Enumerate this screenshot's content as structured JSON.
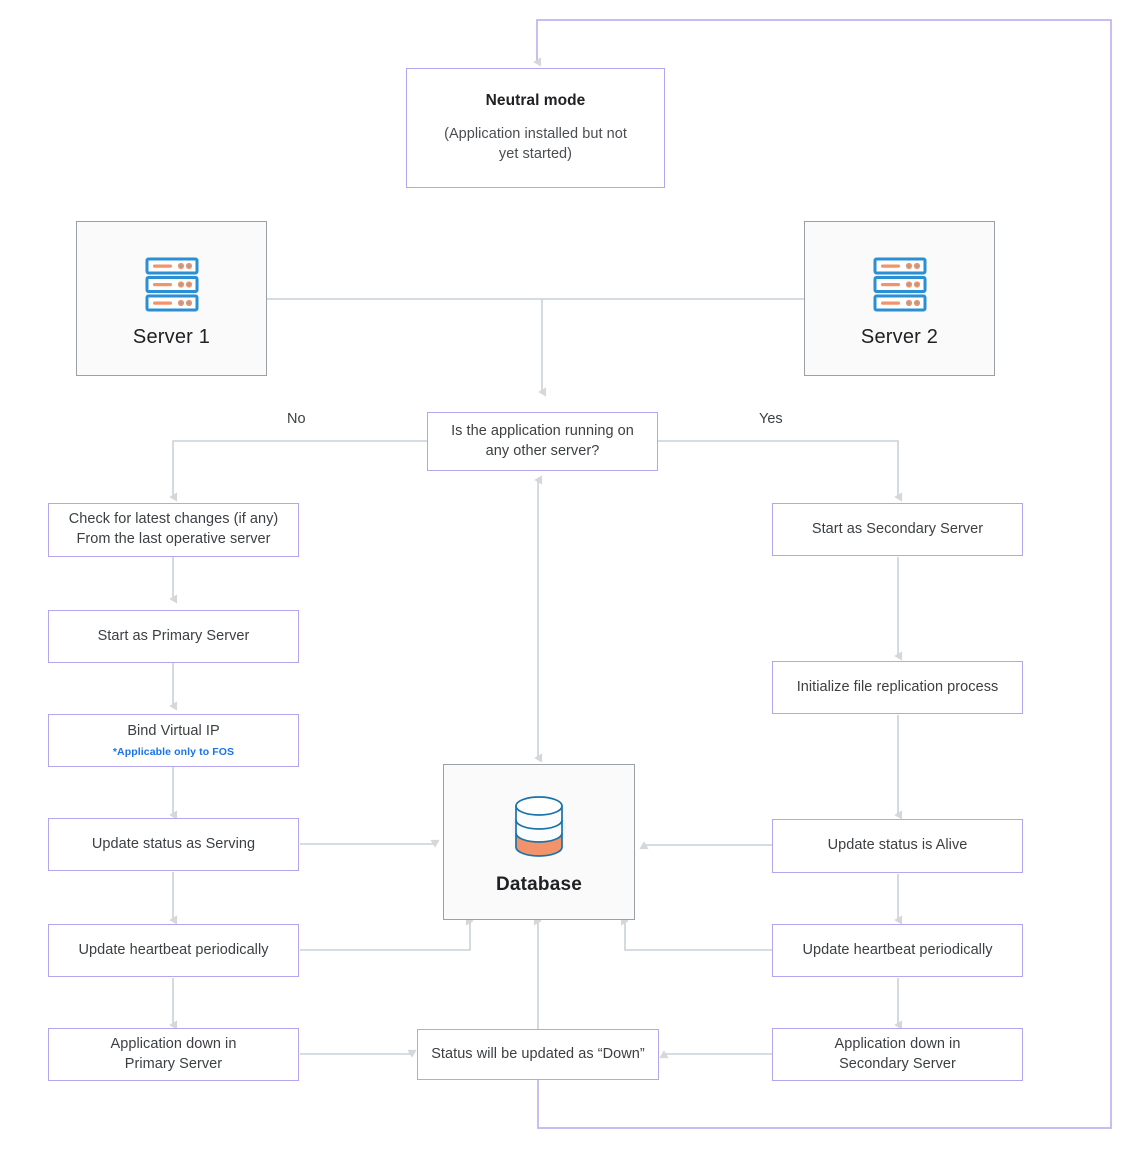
{
  "diagram": {
    "title_node": {
      "heading": "Neutral mode",
      "subtext_line1": "(Application installed but not",
      "subtext_line2": "yet started)"
    },
    "servers": [
      {
        "label": "Server 1",
        "icon": "server-rack-icon"
      },
      {
        "label": "Server 2",
        "icon": "server-rack-icon"
      }
    ],
    "decision": {
      "line1": "Is the application running on",
      "line2": "any other server?",
      "branch_no": "No",
      "branch_yes": "Yes"
    },
    "left_branch": [
      {
        "line1": "Check for latest changes (if any)",
        "line2": "From the last operative server"
      },
      {
        "line1": "Start as Primary Server"
      },
      {
        "line1": "Bind Virtual IP",
        "note": "*Applicable only to FOS"
      },
      {
        "line1": "Update status as Serving"
      },
      {
        "line1": "Update heartbeat periodically"
      },
      {
        "line1": "Application down in",
        "line2": "Primary Server"
      }
    ],
    "right_branch": [
      {
        "line1": "Start as Secondary Server"
      },
      {
        "line1": "Initialize file replication process"
      },
      {
        "line1": "Update status is Alive"
      },
      {
        "line1": "Update heartbeat periodically"
      },
      {
        "line1": "Application down in",
        "line2": "Secondary Server"
      }
    ],
    "database": {
      "label": "Database",
      "icon": "database-cylinder-icon"
    },
    "down_status": {
      "line1": "Status will be updated as “Down”"
    },
    "colors": {
      "node_border": "#b3a6ef",
      "shape_border": "#9aa0a6",
      "shape_fill": "#fafafa",
      "connector": "#c5cdd4",
      "loop_connector": "#c0b2f0",
      "arrowhead": "#d3d3d3",
      "text": "#3c4043",
      "note_blue": "#1a73e8",
      "icon_blue": "#2b8fd4",
      "icon_orange": "#f2936a"
    }
  }
}
